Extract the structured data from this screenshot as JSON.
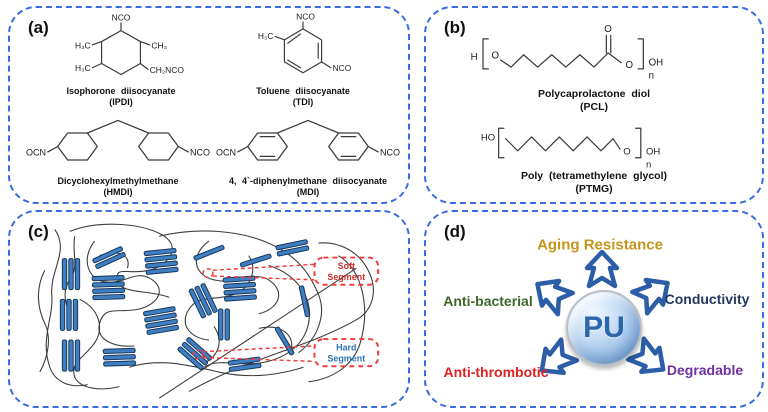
{
  "figure": {
    "background": "#ffffff",
    "panel_border_color": "#3a6be0"
  },
  "panels": {
    "a": {
      "label": "(a)",
      "molecules": [
        {
          "name": "Isophorone diisocyanate",
          "abbr": "(IPDI)"
        },
        {
          "name": "Toluene diisocyanate",
          "abbr": "(TDI)"
        },
        {
          "name": "Dicyclohexylmethylmethane",
          "abbr": "(HMDI)"
        },
        {
          "name": "4, 4`-diphenylmethane diisocyanate",
          "abbr": "(MDI)"
        }
      ],
      "atoms": {
        "nco": "NCO",
        "ocn": "OCN",
        "h3c": "H₃C",
        "ch3": "CH₃",
        "ch2nco": "CH₂NCO"
      }
    },
    "b": {
      "label": "(b)",
      "molecules": [
        {
          "name": "Polycaprolactone diol",
          "abbr": "(PCL)"
        },
        {
          "name": "Poly (tetramethylene glycol)",
          "abbr": "(PTMG)"
        }
      ],
      "atoms": {
        "h": "H",
        "ho": "HO",
        "o": "O",
        "oh": "OH",
        "n": "n"
      }
    },
    "c": {
      "label": "(c)",
      "annotations": [
        {
          "line1": "Soft",
          "line2": "Segment",
          "color": "#d03030"
        },
        {
          "line1": "Hard",
          "line2": "Segment",
          "color": "#2e74b5"
        }
      ],
      "colors": {
        "hard_segment_fill": "#3f7fc1",
        "chain_color": "#3d3d3d",
        "callout_color": "#f23b3b"
      }
    },
    "d": {
      "label": "(d)",
      "center_label": "PU",
      "arrow_color": "#2b5ea7",
      "properties": [
        {
          "text": "Aging Resistance",
          "color": "#C3951B",
          "position": "top"
        },
        {
          "text": "Anti-bacterial",
          "color": "#3E6629",
          "position": "left"
        },
        {
          "text": "Conductivity",
          "color": "#1F3864",
          "position": "right"
        },
        {
          "text": "Anti-thrombotic",
          "color": "#DD2222",
          "position": "bottom-left"
        },
        {
          "text": "Degradable",
          "color": "#7030A0",
          "position": "bottom-right"
        }
      ]
    }
  }
}
